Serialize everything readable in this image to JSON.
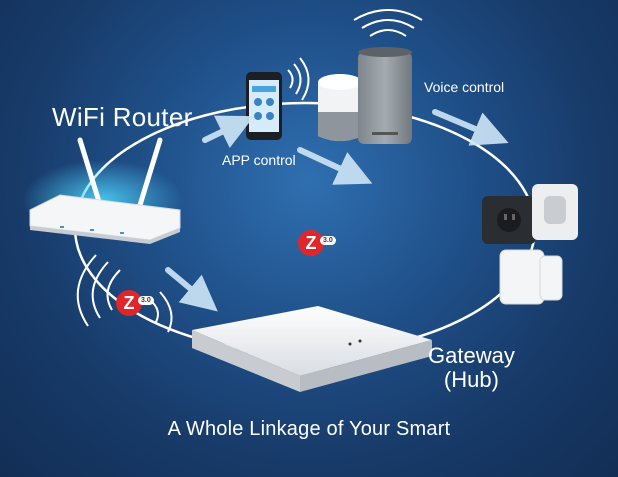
{
  "labels": {
    "router": "WiFi Router",
    "app_control": "APP control",
    "voice_control": "Voice control",
    "gateway_line1": "Gateway",
    "gateway_line2": "(Hub)",
    "tagline": "A Whole Linkage of Your Smart"
  },
  "badges": {
    "zigbee_version": "3.0",
    "zigbee_letter": "Z"
  },
  "colors": {
    "background": "#1f4f88",
    "ring": "#ffffff",
    "zigbee_red": "#e0262a",
    "router_glow": "#4fd8ff",
    "arrow": "#cfe6f7"
  },
  "icons": [
    "wifi-router-icon",
    "smartphone-icon",
    "smart-speaker-icon",
    "voice-speaker-icon",
    "smart-plug-icon",
    "door-sensor-icon",
    "gateway-hub-icon",
    "zigbee-logo-icon",
    "wifi-waves-icon"
  ]
}
